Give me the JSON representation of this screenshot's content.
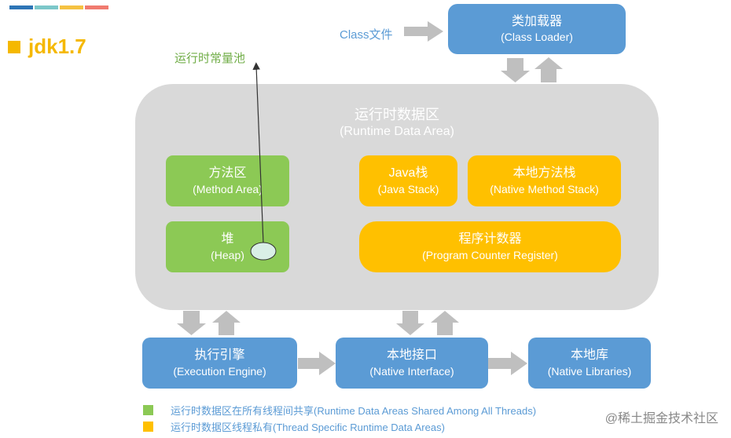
{
  "title": "jdk1.7",
  "colors": {
    "blue": "#5b9bd5",
    "green": "#8cc955",
    "yellow": "#ffc000",
    "gray": "#d9d9d9",
    "arrow": "#bfbfbf",
    "topbar": [
      "#2e75b6",
      "#7cc7c9",
      "#f5c242",
      "#f07b6f"
    ]
  },
  "class_file_label": "Class文件",
  "runtime_pool_label": "运行时常量池",
  "class_loader": {
    "title": "类加载器",
    "subtitle": "(Class Loader)"
  },
  "runtime_area": {
    "title": "运行时数据区",
    "subtitle": "(Runtime Data Area)"
  },
  "method_area": {
    "title": "方法区",
    "subtitle": "(Method Area)"
  },
  "heap": {
    "title": "堆",
    "subtitle": "(Heap)"
  },
  "java_stack": {
    "title": "Java栈",
    "subtitle": "(Java Stack)"
  },
  "native_method_stack": {
    "title": "本地方法栈",
    "subtitle": "(Native Method Stack)"
  },
  "pc_register": {
    "title": "程序计数器",
    "subtitle": "(Program Counter Register)"
  },
  "execution_engine": {
    "title": "执行引擎",
    "subtitle": "(Execution Engine)"
  },
  "native_interface": {
    "title": "本地接口",
    "subtitle": "(Native Interface)"
  },
  "native_libraries": {
    "title": "本地库",
    "subtitle": "(Native Libraries)"
  },
  "legend": [
    {
      "color": "#8cc955",
      "text": "运行时数据区在所有线程间共享(Runtime Data Areas Shared Among All Threads)"
    },
    {
      "color": "#ffc000",
      "text": "运行时数据区线程私有(Thread Specific Runtime Data Areas)"
    }
  ],
  "watermark": "@稀土掘金技术社区"
}
